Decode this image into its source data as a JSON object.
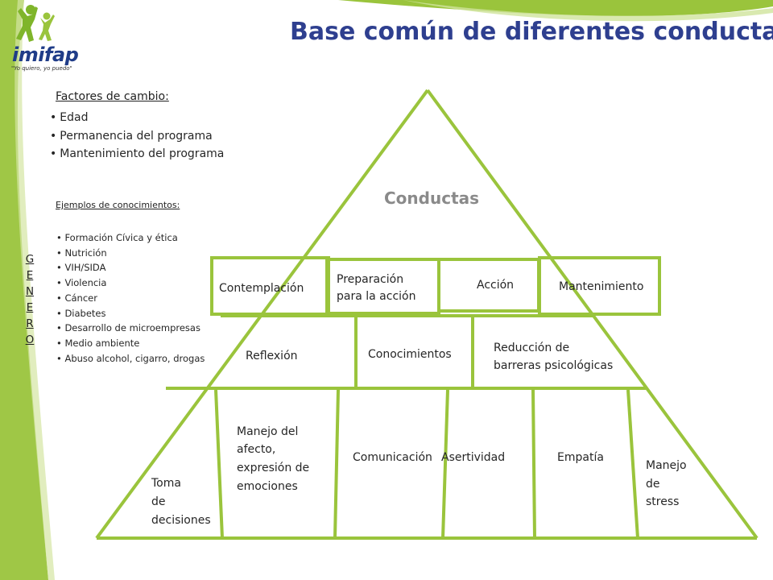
{
  "title": "Base común de diferentes conductas",
  "logo": {
    "name": "imifap",
    "tagline": "\"Yo quiero, yo puedo\""
  },
  "factors": {
    "heading": "Factores de cambio:",
    "items": [
      "Edad",
      "Permanencia del programa",
      "Mantenimiento del programa"
    ]
  },
  "examples": {
    "heading": "Ejemplos de conocimientos:",
    "items": [
      "Formación Cívica y ética",
      "Nutrición",
      "VIH/SIDA",
      "Violencia",
      "Cáncer",
      "Diabetes",
      "Desarrollo de microempresas",
      "Medio ambiente",
      "Abuso alcohol, cigarro, drogas"
    ]
  },
  "genero": [
    "G",
    "E",
    "N",
    "E",
    "R",
    "O"
  ],
  "pyramid": {
    "top": "Conductas",
    "stages": [
      "Contemplación",
      "Preparación",
      "para la acción",
      "Acción",
      "Mantenimiento"
    ],
    "middle": [
      "Reflexión",
      "Conocimientos",
      "Reducción de",
      "barreras psicológicas"
    ],
    "base": {
      "toma": [
        "Toma",
        "de",
        "decisiones"
      ],
      "afecto": [
        "Manejo del",
        "afecto,",
        "expresión de",
        "emociones"
      ],
      "comunicacion": "Comunicación",
      "asertividad": "Asertividad",
      "empatia": "Empatía",
      "stress": [
        "Manejo",
        "de",
        "stress"
      ]
    }
  },
  "colors": {
    "green": "#9ac43c",
    "title_blue": "#2e3f8f"
  }
}
